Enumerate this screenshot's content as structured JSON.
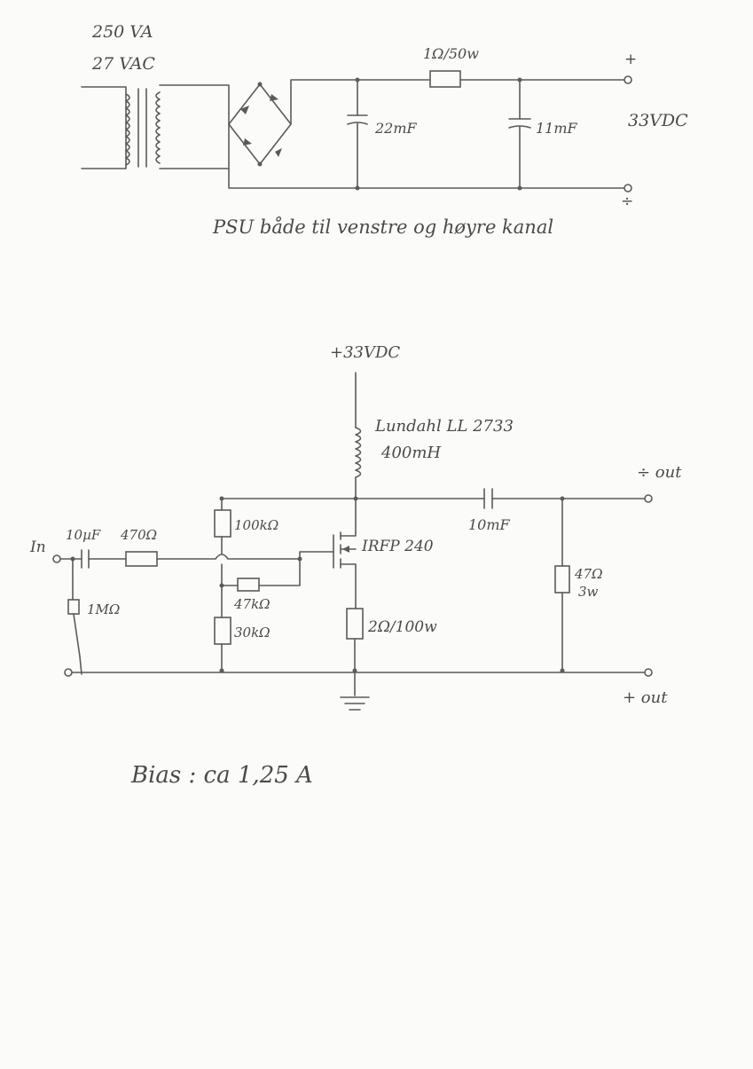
{
  "psu": {
    "transformer_va": "250 VA",
    "transformer_vac": "27 VAC",
    "resistor": "1Ω/50w",
    "cap1": "22mF",
    "cap2": "11mF",
    "plus": "+",
    "minus": "÷",
    "output": "33VDC",
    "note": "PSU både til venstre og høyre kanal"
  },
  "amp": {
    "supply": "+33VDC",
    "choke_name": "Lundahl LL 2733",
    "choke_value": "400mH",
    "in_label": "In",
    "cap_in": "10µF",
    "r_gate": "470Ω",
    "r_in": "1MΩ",
    "r_top": "100kΩ",
    "r_mid": "47kΩ",
    "r_bot": "30kΩ",
    "mosfet": "IRFP 240",
    "r_source": "2Ω/100w",
    "cap_out": "10mF",
    "r_out_value": "47Ω",
    "r_out_power": "3w",
    "out_minus": "÷ out",
    "out_plus": "+ out",
    "bias": "Bias : ca 1,25 A"
  }
}
